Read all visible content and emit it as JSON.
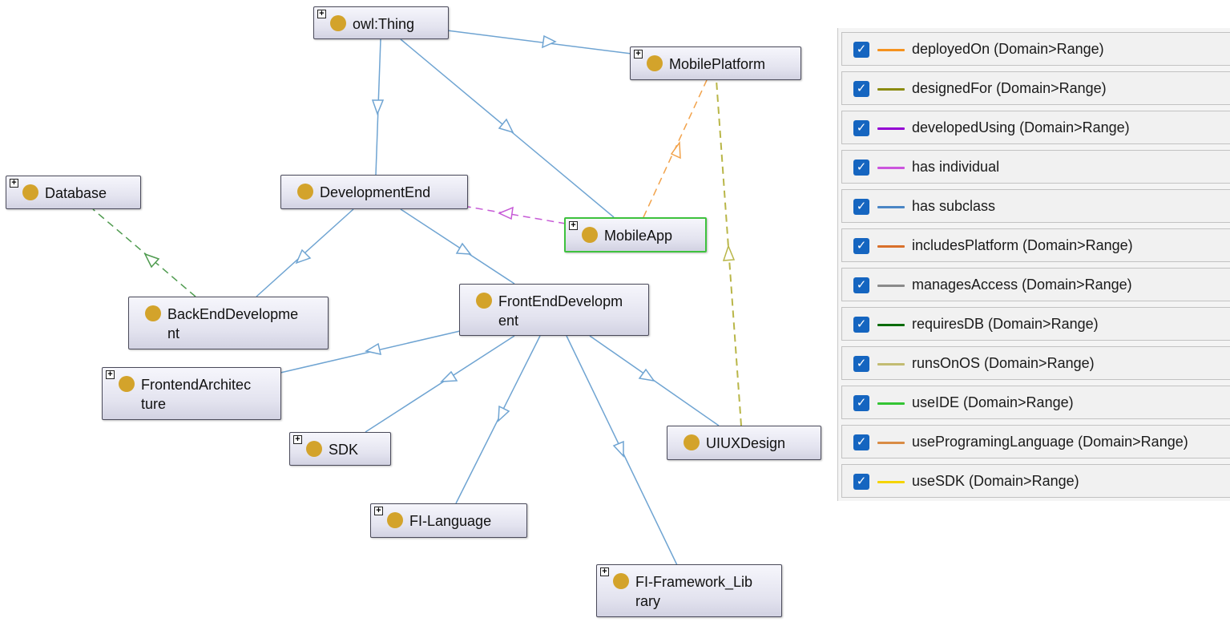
{
  "graph": {
    "nodes": {
      "owl_thing": "owl:Thing",
      "mobile_platform": "MobilePlatform",
      "database": "Database",
      "development_end": "DevelopmentEnd",
      "mobile_app": "MobileApp",
      "backend_development": "BackEndDevelopment",
      "frontend_development": "FrontEndDevelopment",
      "frontend_architecture": "FrontendArchitecture",
      "sdk": "SDK",
      "ui_ux_design": "UIUXDesign",
      "fi_language": "FI-Language",
      "fi_framework_library": "FI-Framework_Library"
    },
    "expand_glyph": "+"
  },
  "legend": {
    "checkmark": "✓",
    "items": [
      {
        "label": "deployedOn (Domain>Range)",
        "color": "#f5921e"
      },
      {
        "label": "designedFor (Domain>Range)",
        "color": "#8b8b10"
      },
      {
        "label": "developedUsing (Domain>Range)",
        "color": "#9400d3"
      },
      {
        "label": "has individual",
        "color": "#cc55dd"
      },
      {
        "label": "has subclass",
        "color": "#4a86c5"
      },
      {
        "label": "includesPlatform (Domain>Range)",
        "color": "#d9702a"
      },
      {
        "label": "managesAccess (Domain>Range)",
        "color": "#8a8a8a"
      },
      {
        "label": "requiresDB (Domain>Range)",
        "color": "#0b6b0b"
      },
      {
        "label": "runsOnOS (Domain>Range)",
        "color": "#c2bc72"
      },
      {
        "label": "useIDE (Domain>Range)",
        "color": "#33c433"
      },
      {
        "label": "useProgramingLanguage (Domain>Range)",
        "color": "#d98c45"
      },
      {
        "label": "useSDK (Domain>Range)",
        "color": "#f5d400"
      }
    ]
  }
}
